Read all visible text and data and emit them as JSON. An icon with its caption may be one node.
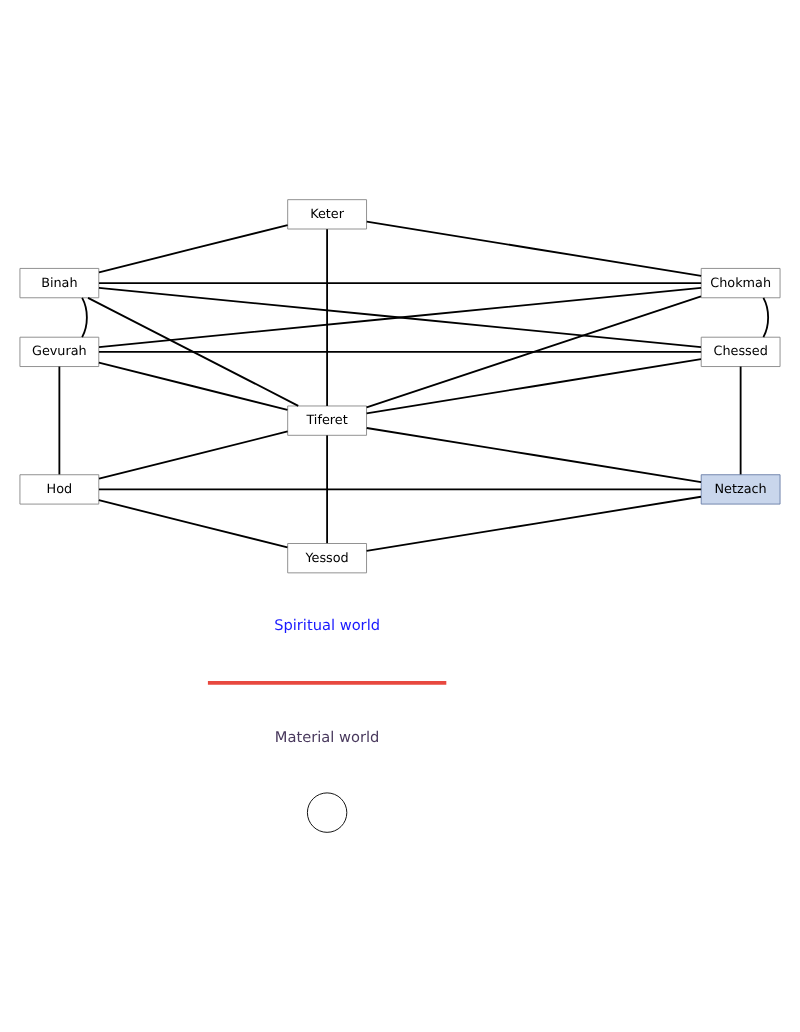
{
  "diagram": {
    "nodes": [
      {
        "text": [
          "Keter"
        ]
      },
      {
        "text": [
          "Binah"
        ]
      },
      {
        "text": [
          "Chokmah"
        ]
      },
      {
        "text": [
          "Gevurah"
        ]
      },
      {
        "text": [
          "Chessed"
        ]
      },
      {
        "text": [
          "Tiferet"
        ]
      },
      {
        "text": [
          "Hod"
        ]
      },
      {
        "text": [
          "Netzach"
        ]
      },
      {
        "text": [
          "Yessod"
        ]
      },
      {
        "text": [],
        "shape": "circle"
      }
    ],
    "edges": [
      {
        "from": 0,
        "to": 1,
        "arrow": "none"
      },
      {
        "from": 0,
        "to": 2,
        "arrow": "none"
      },
      {
        "from": 0,
        "to": 5,
        "arrow": "none"
      },
      {
        "from": 1,
        "to": 2,
        "arrow": "none"
      },
      {
        "from": 1,
        "to": 3,
        "arrow": "none"
      },
      {
        "from": 1,
        "to": 5,
        "arrow": "none"
      },
      {
        "from": 1,
        "to": 4,
        "arrow": "none"
      },
      {
        "from": 2,
        "to": 4,
        "arrow": "none"
      },
      {
        "from": 2,
        "to": 5,
        "arrow": "none"
      },
      {
        "from": 2,
        "to": 3,
        "arrow": "none"
      },
      {
        "from": 3,
        "to": 4,
        "arrow": "none"
      },
      {
        "from": 3,
        "to": 5,
        "arrow": "none"
      },
      {
        "from": 4,
        "to": 5,
        "arrow": "none"
      },
      {
        "from": 3,
        "to": 6,
        "arrow": "none"
      },
      {
        "from": 4,
        "to": 7,
        "arrow": "none"
      },
      {
        "from": 5,
        "to": 6,
        "arrow": "none"
      },
      {
        "from": 5,
        "to": 7,
        "arrow": "none"
      },
      {
        "from": 5,
        "to": 8,
        "arrow": "none"
      },
      {
        "from": 6,
        "to": 7,
        "arrow": "none"
      },
      {
        "from": 6,
        "to": 8,
        "arrow": "none"
      },
      {
        "from": 7,
        "to": 8,
        "arrow": "none"
      }
    ],
    "labels": [
      "Spiritual world",
      "Material world"
    ]
  }
}
